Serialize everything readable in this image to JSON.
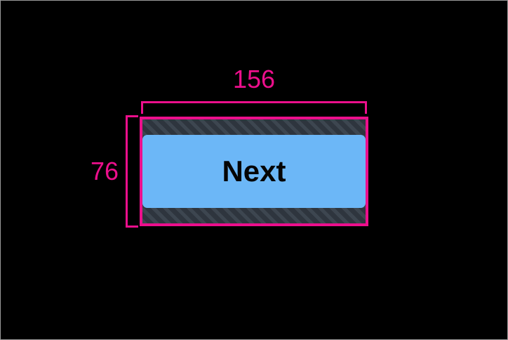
{
  "overlay": {
    "background_color": "#000000",
    "accent_color": "#ec0f8c",
    "frame_border_color": "#9a9a9a"
  },
  "measurements": {
    "width": {
      "value": "156",
      "axis": "horizontal",
      "position": "top"
    },
    "height": {
      "value": "76",
      "axis": "vertical",
      "position": "left"
    }
  },
  "element": {
    "type": "button",
    "label": "Next",
    "face_color": "#6cb7f7",
    "label_color": "#050505",
    "padding_fill": "hatched",
    "padding_color": "#343c45",
    "padding_bands": [
      {
        "side": "top"
      },
      {
        "side": "bottom"
      }
    ]
  }
}
